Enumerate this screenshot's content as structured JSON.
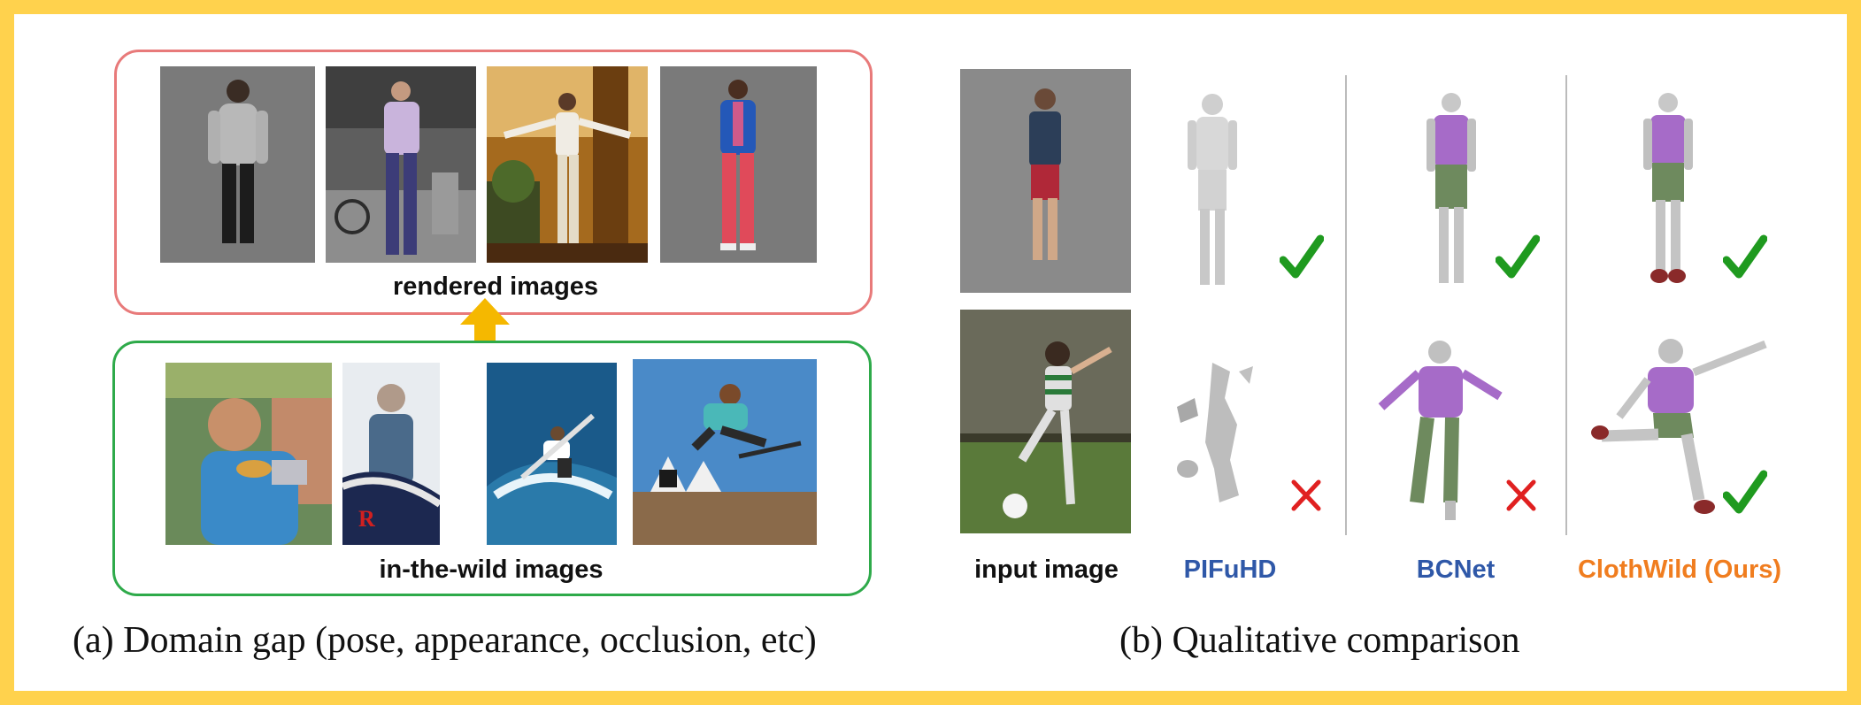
{
  "panel_a": {
    "rendered_label": "rendered images",
    "wild_label": "in-the-wild images",
    "caption": "(a) Domain gap (pose, appearance, occlusion, etc)"
  },
  "panel_b": {
    "input_label": "input image",
    "methods": [
      {
        "name": "PIFuHD",
        "color": "#2F58A8",
        "results": [
          "check",
          "cross"
        ]
      },
      {
        "name": "BCNet",
        "color": "#2F58A8",
        "results": [
          "check",
          "cross"
        ]
      },
      {
        "name": "ClothWild (Ours)",
        "color": "#F07D1F",
        "results": [
          "check",
          "check"
        ]
      }
    ],
    "caption": "(b) Qualitative comparison"
  },
  "colors": {
    "frame": "#FFD24D",
    "rendered_box": "#E87A7A",
    "wild_box": "#2EAA4A",
    "arrow": "#F5B800",
    "check": "#1F9A1F",
    "cross": "#E02020",
    "shirt": "#A66BC8",
    "pants": "#6E8A5E"
  }
}
